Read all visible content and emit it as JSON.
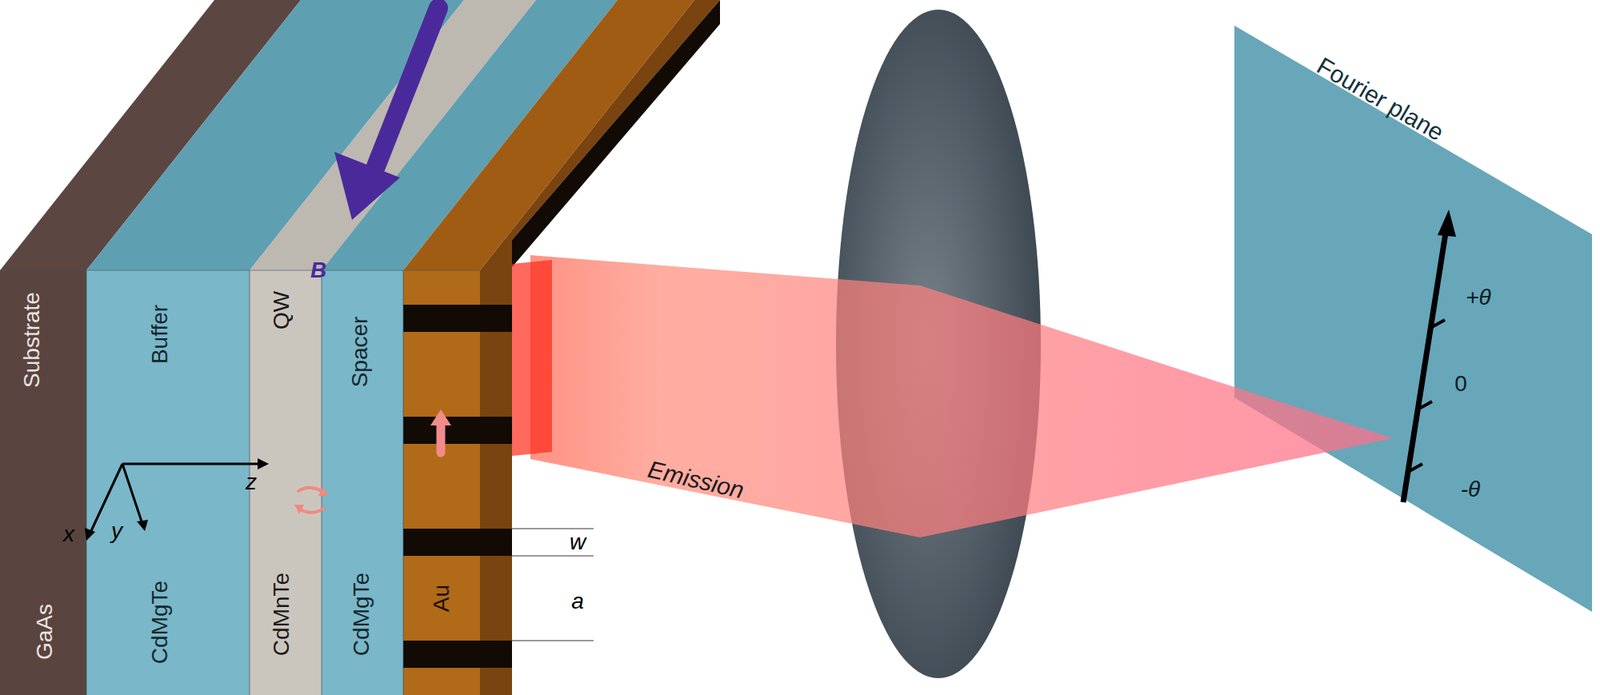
{
  "diagram": {
    "nodes": [
      {
        "text": [
          "Substrate",
          "GaAs"
        ]
      },
      {
        "text": [
          "Buffer",
          "CdMgTe"
        ]
      },
      {
        "text": [
          "QW",
          "CdMnTe"
        ]
      },
      {
        "text": [
          "Spacer",
          "CdMgTe"
        ]
      },
      {
        "text": [
          "Au"
        ]
      },
      {
        "text": [
          "Fourier plane"
        ]
      }
    ],
    "labels": [
      "B",
      "x",
      "y",
      "z",
      "w",
      "a",
      "Emission",
      "+θ",
      "0",
      "-θ"
    ]
  }
}
